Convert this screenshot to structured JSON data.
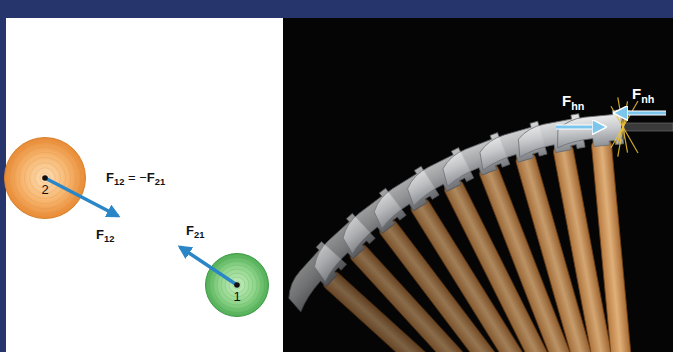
{
  "diagram": {
    "nodes": [
      {
        "text": [
          "2"
        ]
      },
      {
        "text": [
          "1"
        ]
      }
    ],
    "labels": [
      "F12 = −F21",
      "F12",
      "F21",
      "Fhn",
      "Fnh"
    ]
  }
}
